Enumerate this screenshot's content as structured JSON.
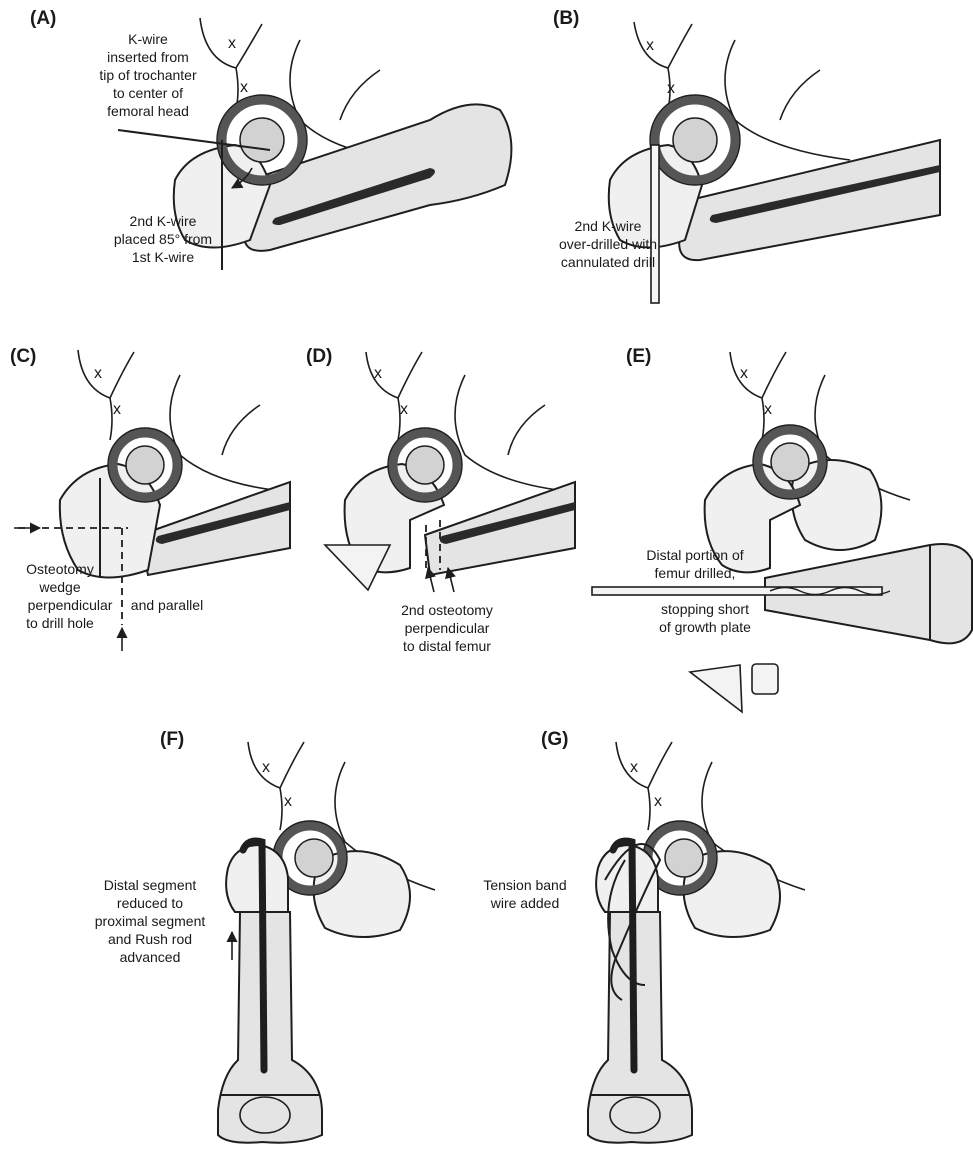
{
  "panels": {
    "a": {
      "label": "(A)",
      "note_1": [
        "K-wire",
        "inserted from",
        "tip of trochanter",
        "to center of",
        "femoral head"
      ],
      "note_2": [
        "2nd K-wire",
        "placed 85° from",
        "1st K-wire"
      ]
    },
    "b": {
      "label": "(B)",
      "note": [
        "2nd K-wire",
        "over-drilled with",
        "cannulated drill"
      ]
    },
    "c": {
      "label": "(C)",
      "note": [
        "Osteotomy",
        "wedge",
        "perpendicular",
        "and parallel",
        "to drill hole"
      ]
    },
    "d": {
      "label": "(D)",
      "note": [
        "2nd osteotomy",
        "perpendicular",
        "to distal femur"
      ]
    },
    "e": {
      "label": "(E)",
      "note": [
        "Distal portion of",
        "femur drilled,",
        "stopping short",
        "of growth plate"
      ]
    },
    "f": {
      "label": "(F)",
      "note": [
        "Distal segment",
        "reduced to",
        "proximal segment",
        "and Rush rod",
        "advanced"
      ]
    },
    "g": {
      "label": "(G)",
      "note": [
        "Tension band",
        "wire added"
      ]
    }
  },
  "pelvis_marker": "x"
}
